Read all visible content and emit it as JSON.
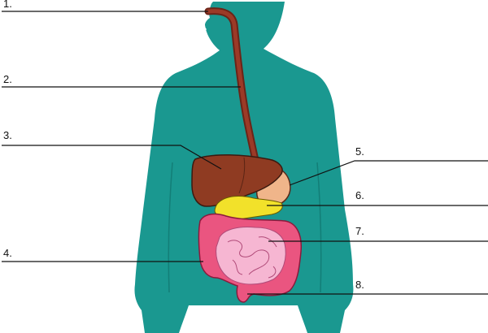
{
  "labels": {
    "n1": "1.",
    "n2": "2.",
    "n3": "3.",
    "n4": "4.",
    "n5": "5.",
    "n6": "6.",
    "n7": "7.",
    "n8": "8."
  },
  "colors": {
    "body": "#1a9890",
    "esophagus": "#8e3324",
    "liver": "#8f3b22",
    "stomach": "#f0b58a",
    "pancreas": "#f2e12a",
    "large_intestine": "#ea5580",
    "small_intestine": "#f6b6d2",
    "leader_line": "#111111"
  }
}
